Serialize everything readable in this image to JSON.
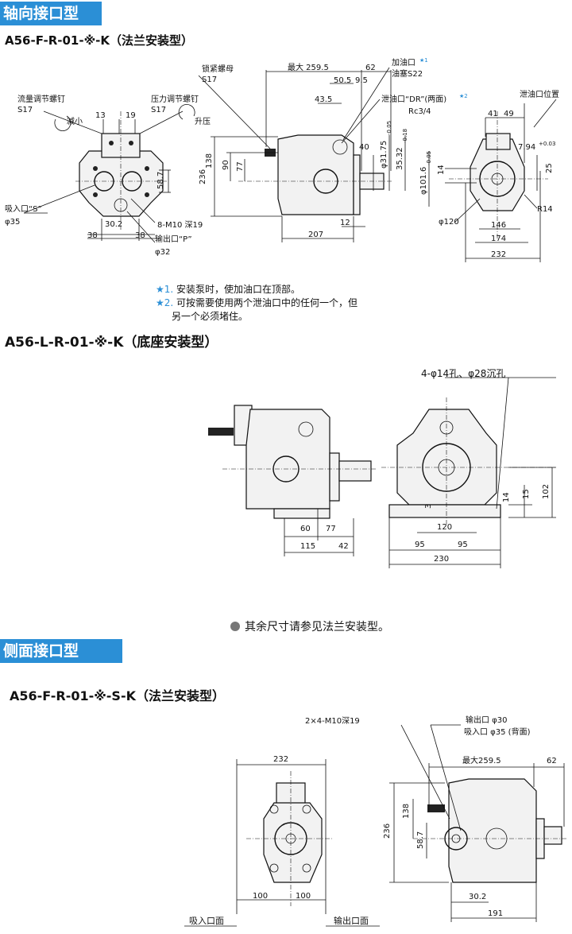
{
  "sections": {
    "axial": "轴向接口型",
    "side": "侧面接口型"
  },
  "models": {
    "flange_axial": "A56-F-R-01-※-K（法兰安装型）",
    "foot_axial": "A56-L-R-01-※-K（底座安装型）",
    "flange_side": "A56-F-R-01-※-S-K（法兰安装型）"
  },
  "notes": {
    "n1_star": "★1.",
    "n1": "安装泵时，使加油口在顶部。",
    "n2_star": "★2.",
    "n2_line1": "可按需要使用两个泄油口中的任何一个，但",
    "n2_line2": "另一个必须堵住。",
    "remark": "其余尺寸请参见法兰安装型。"
  },
  "flange_front": {
    "flow_screw": "流量调节螺钉",
    "flow_s": "S17",
    "reduce": "减小",
    "pressure_screw": "压力调节螺钉",
    "pressure_s": "S17",
    "increase": "升压",
    "d13": "13",
    "d19": "19",
    "d58_7": "58.7",
    "suction": "吸入口“S”",
    "suction_d": "φ35",
    "d30_2": "30.2",
    "bolt": "8-M10 深19",
    "d38a": "38",
    "d38b": "38",
    "outlet": "输出口“P”",
    "outlet_d": "φ32"
  },
  "flange_side_view": {
    "lock_nut": "锁紧螺母",
    "lock_s": "S17",
    "max": "最大 259.5",
    "d62": "62",
    "fill_port": "加油口",
    "fill_mark": "★1",
    "plug": "油塞S22",
    "d50_5": "50.5",
    "d9_5": "9.5",
    "d43_5": "43.5",
    "drain": "泄油口“DR”(两面)",
    "drain_mark": "★2",
    "rc": "Rc3/4",
    "d138": "138",
    "d236": "236",
    "d90": "90",
    "d77": "77",
    "d40": "40",
    "phi31": "φ31.75",
    "phi31_tol": "-0.05",
    "phi35": "35.32",
    "phi35_tol": "-0.18",
    "phi101": "φ101.6",
    "phi101_tol": "-0.05",
    "d12": "12",
    "d207": "207"
  },
  "flange_rear_view": {
    "drain_pos": "泄油口位置",
    "d41": "41",
    "d49": "49",
    "key": "7.94",
    "key_tol": "+0.03",
    "d25": "25",
    "d14": "14",
    "r14": "R14",
    "phi120": "φ120",
    "d146": "146",
    "d174": "174",
    "d232": "232"
  },
  "foot": {
    "holes": "4-φ14孔、φ28沉孔",
    "d60": "60",
    "d77": "77",
    "d115": "115",
    "d42": "42",
    "d3": "3",
    "d14": "14",
    "d15": "15",
    "d102": "102",
    "d120": "120",
    "d95a": "95",
    "d95b": "95",
    "d230": "230"
  },
  "side_port": {
    "d232": "232",
    "d100a": "100",
    "d100b": "100",
    "suction_face": "吸入口面",
    "outlet_face": "输出口面",
    "bolt": "2×4-M10深19",
    "outlet": "输出口 φ30",
    "suction": "吸入口 φ35 (背面)",
    "max": "最大259.5",
    "d62": "62",
    "d138": "138",
    "d236": "236",
    "d58_7": "58.7",
    "d30_2": "30.2",
    "d191": "191"
  }
}
